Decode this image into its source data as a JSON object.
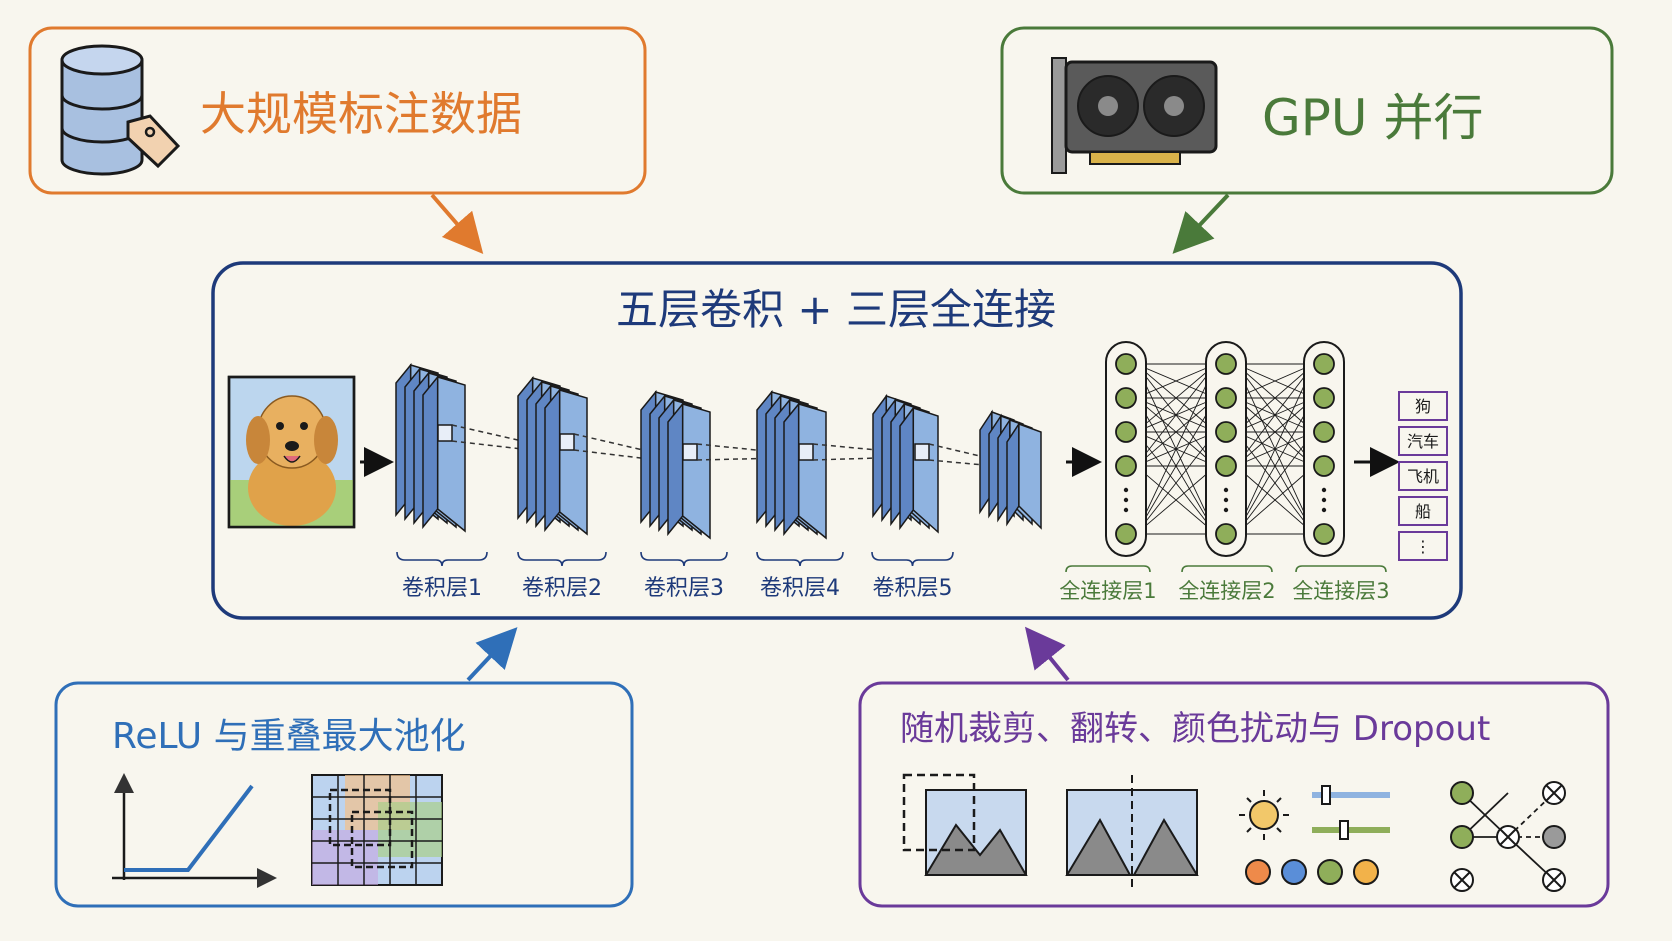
{
  "top_left": {
    "label": "大规模标注数据",
    "icon": "database-tag-icon",
    "color": "#e07a2e"
  },
  "top_right": {
    "label": "GPU 并行",
    "icon": "gpu-card-icon",
    "color": "#4a7a3a"
  },
  "center": {
    "title": "五层卷积 + 三层全连接",
    "color": "#1e3a7a",
    "input_icon": "dog-photo-icon",
    "conv_layers": [
      "卷积层1",
      "卷积层2",
      "卷积层3",
      "卷积层4",
      "卷积层5"
    ],
    "fc_layers": [
      "全连接层1",
      "全连接层2",
      "全连接层3"
    ],
    "outputs": [
      "狗",
      "汽车",
      "飞机",
      "船",
      "⋮"
    ]
  },
  "bottom_left": {
    "label": "ReLU 与重叠最大池化",
    "color": "#2f6fb8",
    "icons": [
      "relu-graph-icon",
      "overlap-pooling-grid-icon"
    ]
  },
  "bottom_right": {
    "label": "随机裁剪、翻转、颜色扰动与 Dropout",
    "color": "#6a3a9a",
    "icons": [
      "random-crop-icon",
      "flip-icon",
      "color-jitter-icon",
      "dropout-icon"
    ]
  },
  "colors": {
    "orange": "#e07a2e",
    "green": "#4a7a3a",
    "navy": "#1e3a7a",
    "blue": "#2f6fb8",
    "purple": "#6a3a9a",
    "layer_fill": "#8fb3e0",
    "node_fill": "#8fae5a"
  }
}
